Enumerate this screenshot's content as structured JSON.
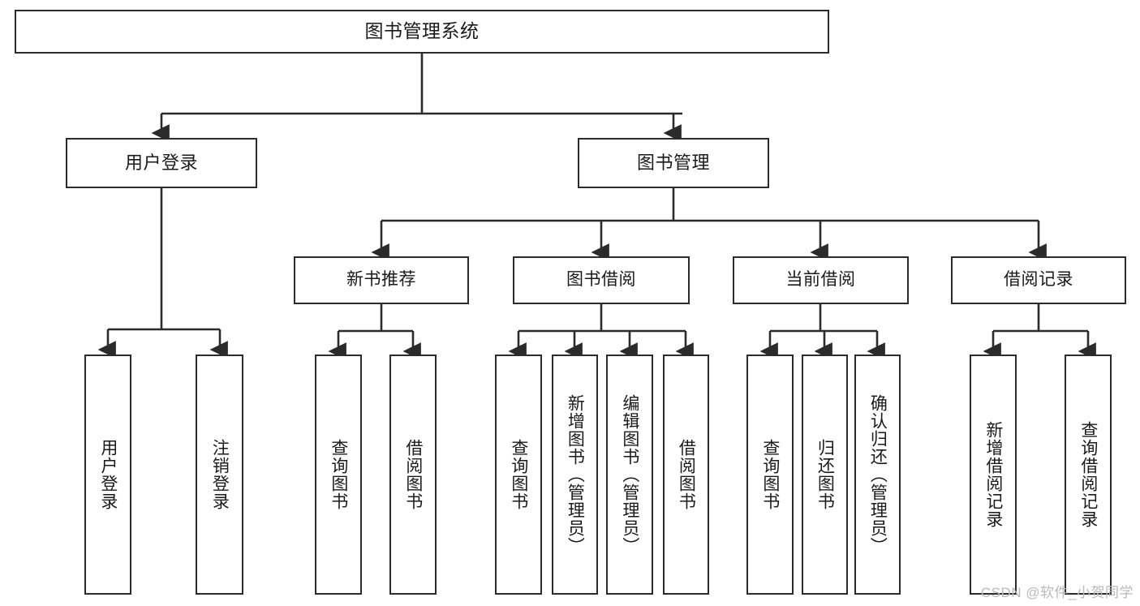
{
  "diagram": {
    "title": "图书管理系统",
    "stroke_color": "#2b2b2b",
    "fill_color": "#ffffff",
    "text_color": "#1a1a1a",
    "watermark": "CSDN @软件_小贺同学"
  },
  "root": {
    "label": "图书管理系统"
  },
  "level2": [
    {
      "label": "用户登录"
    },
    {
      "label": "图书管理"
    }
  ],
  "level3": [
    {
      "label": "新书推荐"
    },
    {
      "label": "图书借阅"
    },
    {
      "label": "当前借阅"
    },
    {
      "label": "借阅记录"
    }
  ],
  "leaves": {
    "user_login": [
      {
        "label": "用户登录"
      },
      {
        "label": "注销登录"
      }
    ],
    "new_book": [
      {
        "label": "查询图书"
      },
      {
        "label": "借阅图书"
      }
    ],
    "book_borrow": [
      {
        "label": "查询图书"
      },
      {
        "label": "新增图书（管理员）"
      },
      {
        "label": "编辑图书（管理员）"
      },
      {
        "label": "借阅图书"
      }
    ],
    "current_borrow": [
      {
        "label": "查询图书"
      },
      {
        "label": "归还图书"
      },
      {
        "label": "确认归还（管理员）"
      }
    ],
    "borrow_record": [
      {
        "label": "新增借阅记录"
      },
      {
        "label": "查询借阅记录"
      }
    ]
  }
}
